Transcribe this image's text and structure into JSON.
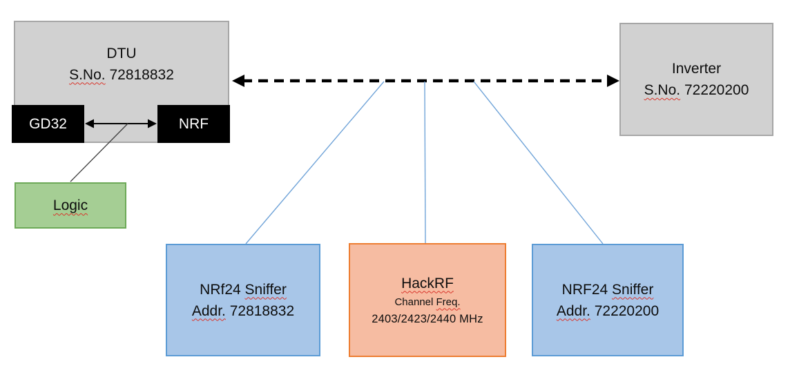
{
  "colors": {
    "gray_fill": "#d1d1d1",
    "gray_fill_top": "#d9d9d9",
    "gray_border": "#a6a6a6",
    "black_fill": "#000000",
    "white_text": "#ffffff",
    "green_fill": "#a5ce94",
    "green_border": "#6ca957",
    "blue_fill": "#a8c6e8",
    "blue_border": "#5b9bd5",
    "orange_fill": "#f6bca2",
    "orange_border": "#ed7d31",
    "connector_blue": "#6fa3d8",
    "arrow_black": "#000000",
    "thin_line": "#3d3d3d",
    "squiggle_red": "#d9352b"
  },
  "nodes": {
    "dtu": {
      "lines": [
        [
          {
            "text": "DTU"
          }
        ],
        [
          {
            "text": "S.No.",
            "wavy": true
          },
          {
            "text": " 72818832"
          }
        ]
      ]
    },
    "gd32": {
      "label": "GD32"
    },
    "nrf": {
      "label": "NRF"
    },
    "logic": {
      "lines": [
        [
          {
            "text": "Logic",
            "wavy": true
          }
        ]
      ]
    },
    "inverter": {
      "lines": [
        [
          {
            "text": "Inverter"
          }
        ],
        [
          {
            "text": "S.No.",
            "wavy": true
          },
          {
            "text": " 72220200"
          }
        ]
      ]
    },
    "sniffer_left": {
      "lines": [
        [
          {
            "text": "NRf24 "
          },
          {
            "text": "Sniffer",
            "wavy": true
          }
        ],
        [
          {
            "text": "Addr.",
            "wavy": true
          },
          {
            "text": " 72818832"
          }
        ]
      ]
    },
    "hackrf": {
      "lines": [
        [
          {
            "text": "HackRF",
            "wavy": true
          }
        ],
        [
          {
            "text": "Channel "
          },
          {
            "text": "Freq.",
            "wavy": true
          }
        ],
        [
          {
            "text": "2403/2423/2440 MHz"
          }
        ]
      ]
    },
    "sniffer_right": {
      "lines": [
        [
          {
            "text": "NRF24 "
          },
          {
            "text": "Sniffer",
            "wavy": true
          }
        ],
        [
          {
            "text": "Addr.",
            "wavy": true
          },
          {
            "text": " 72220200"
          }
        ]
      ]
    }
  }
}
